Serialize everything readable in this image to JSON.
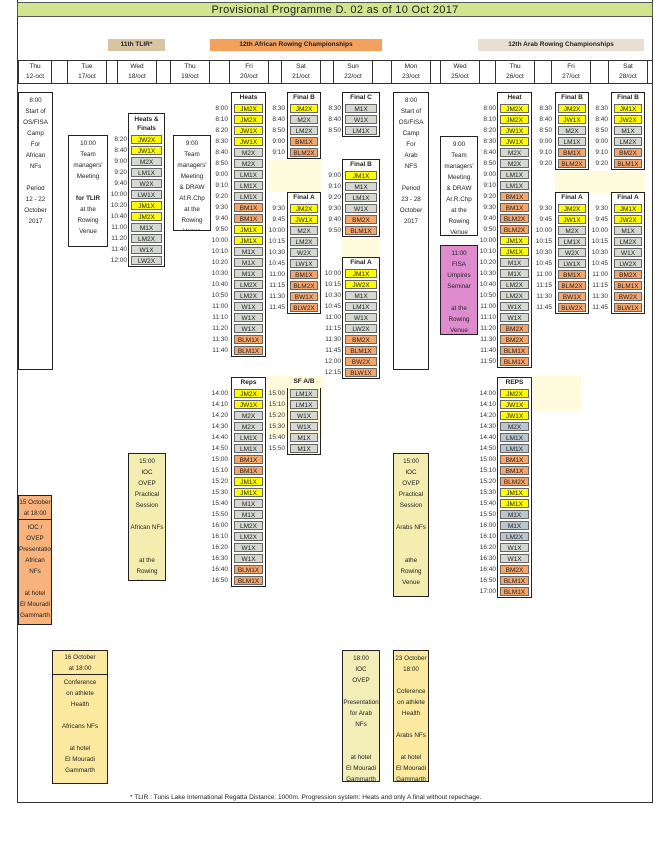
{
  "title": "Provisional Programme D. 02 as of 10 Oct 2017",
  "events": [
    {
      "id": "tlir",
      "label": "11th TLIR*",
      "color": "#d9c4a2"
    },
    {
      "id": "african",
      "label": "12th African Rowing Championships",
      "color": "#f4a15e"
    },
    {
      "id": "arab",
      "label": "12th Arab Rowing Championships",
      "color": "#e9ded2"
    }
  ],
  "days": [
    {
      "dow": "Thu",
      "date": "12-oct"
    },
    {
      "dow": "Tue",
      "date": "17/oct"
    },
    {
      "dow": "Wed",
      "date": "18/oct"
    },
    {
      "dow": "Thu",
      "date": "19/oct"
    },
    {
      "dow": "Fri",
      "date": "20/oct"
    },
    {
      "dow": "Sat",
      "date": "21/oct"
    },
    {
      "dow": "Sun",
      "date": "22/oct"
    },
    {
      "dow": "Mon",
      "date": "23/oct"
    },
    {
      "dow": "Wed",
      "date": "25/oct"
    },
    {
      "dow": "Thu",
      "date": "26/oct"
    },
    {
      "dow": "Fri",
      "date": "27/oct"
    },
    {
      "dow": "Sat",
      "date": "28/oct"
    }
  ],
  "colors": {
    "y": "#ffff00",
    "g": "#d5d9d1",
    "o": "#f5a66c",
    "b": "#b8c6cf"
  },
  "race_blocks": [
    {
      "id": "wed18_heats",
      "header": "Heats & Finals",
      "rows": [
        [
          "8:20",
          "JW2X",
          "y"
        ],
        [
          "8:40",
          "JW1X",
          "y"
        ],
        [
          "9:00",
          "M2X",
          "g"
        ],
        [
          "9:20",
          "LM1X",
          "g"
        ],
        [
          "9:40",
          "W2X",
          "g"
        ],
        [
          "10:00",
          "LW1X",
          "g"
        ],
        [
          "10:20",
          "JM1X",
          "y"
        ],
        [
          "10:40",
          "JM2X",
          "y"
        ],
        [
          "11:00",
          "M1X",
          "g"
        ],
        [
          "11:20",
          "LM2X",
          "g"
        ],
        [
          "11:40",
          "W1X",
          "g"
        ],
        [
          "12:00",
          "LW2X",
          "g"
        ]
      ]
    },
    {
      "id": "fri20_heats",
      "header": "Heats",
      "rows": [
        [
          "8:00",
          "JM2X",
          "y"
        ],
        [
          "8:10",
          "JM2X",
          "y"
        ],
        [
          "8:20",
          "JW1X",
          "y"
        ],
        [
          "8:30",
          "JW1X",
          "y"
        ],
        [
          "8:40",
          "M2X",
          "g"
        ],
        [
          "8:50",
          "M2X",
          "g"
        ],
        [
          "9:00",
          "LM1X",
          "g"
        ],
        [
          "9:10",
          "LM1X",
          "g"
        ],
        [
          "9:20",
          "LM1X",
          "g"
        ],
        [
          "9:30",
          "BM1X",
          "o"
        ],
        [
          "9:40",
          "BM1X",
          "o"
        ],
        [
          "9:50",
          "JM1X",
          "y"
        ],
        [
          "10:00",
          "JM1X",
          "y"
        ],
        [
          "10:10",
          "M1X",
          "g"
        ],
        [
          "10:20",
          "M1X",
          "g"
        ],
        [
          "10:30",
          "M1X",
          "g"
        ],
        [
          "10:40",
          "LM2X",
          "g"
        ],
        [
          "10:50",
          "LM2X",
          "g"
        ],
        [
          "11:00",
          "W1X",
          "g"
        ],
        [
          "11:10",
          "W1X",
          "g"
        ],
        [
          "11:20",
          "W1X",
          "g"
        ],
        [
          "11:30",
          "BLM1X",
          "o"
        ],
        [
          "11:40",
          "BLM1X",
          "o"
        ]
      ]
    },
    {
      "id": "sat21_finalB",
      "header": "Final B",
      "rows": [
        [
          "8:30",
          "JM2X",
          "y"
        ],
        [
          "8:40",
          "M2X",
          "g"
        ],
        [
          "8:50",
          "LM2X",
          "g"
        ],
        [
          "9:00",
          "BM1X",
          "o"
        ],
        [
          "9:10",
          "BLM2X",
          "o"
        ]
      ]
    },
    {
      "id": "sat21_finalA",
      "header": "Final A",
      "rows": [
        [
          "9:30",
          "JM2X",
          "y"
        ],
        [
          "9:45",
          "JW1X",
          "y"
        ],
        [
          "10:00",
          "M2X",
          "g"
        ],
        [
          "10:15",
          "LM2X",
          "g"
        ],
        [
          "10:30",
          "W2X",
          "g"
        ],
        [
          "10:45",
          "LW1X",
          "g"
        ],
        [
          "11:00",
          "BM1X",
          "o"
        ],
        [
          "11:15",
          "BLM2X",
          "o"
        ],
        [
          "11:30",
          "BW1X",
          "o"
        ],
        [
          "11:45",
          "BLW2X",
          "o"
        ]
      ]
    },
    {
      "id": "sun22_finalC",
      "header": "Final C",
      "rows": [
        [
          "8:30",
          "M1X",
          "g"
        ],
        [
          "8:40",
          "W1X",
          "g"
        ],
        [
          "8:50",
          "LM1X",
          "g"
        ]
      ]
    },
    {
      "id": "sun22_finalB",
      "header": "Final B",
      "rows": [
        [
          "9:00",
          "JM1X",
          "y"
        ],
        [
          "9:10",
          "M1X",
          "g"
        ],
        [
          "9:20",
          "LM1X",
          "g"
        ],
        [
          "9:30",
          "W1X",
          "g"
        ],
        [
          "9:40",
          "BM2X",
          "o"
        ],
        [
          "9:50",
          "BLM1X",
          "o"
        ]
      ]
    },
    {
      "id": "sun22_finalA",
      "header": "Final A",
      "rows": [
        [
          "10:00",
          "JM1X",
          "y"
        ],
        [
          "10:15",
          "JW2X",
          "y"
        ],
        [
          "10:30",
          "M1X",
          "g"
        ],
        [
          "10:45",
          "LM1X",
          "g"
        ],
        [
          "11:00",
          "W1X",
          "g"
        ],
        [
          "11:15",
          "LW2X",
          "g"
        ],
        [
          "11:30",
          "BM2X",
          "o"
        ],
        [
          "11:45",
          "BLM1X",
          "o"
        ],
        [
          "12:00",
          "BW2X",
          "o"
        ],
        [
          "12:15",
          "BLW1X",
          "o"
        ]
      ]
    },
    {
      "id": "thu26_heat",
      "header": "Heat",
      "rows": [
        [
          "8:00",
          "JM2X",
          "y"
        ],
        [
          "8:10",
          "JM2X",
          "y"
        ],
        [
          "8:20",
          "JW1X",
          "y"
        ],
        [
          "8:30",
          "JW1X",
          "y"
        ],
        [
          "8:40",
          "M2X",
          "g"
        ],
        [
          "8:50",
          "M2X",
          "g"
        ],
        [
          "9:00",
          "LM1X",
          "g"
        ],
        [
          "9:10",
          "LM1X",
          "g"
        ],
        [
          "9:20",
          "BM1X",
          "o"
        ],
        [
          "9:30",
          "BM1X",
          "o"
        ],
        [
          "9:40",
          "BLM2X",
          "o"
        ],
        [
          "9:50",
          "BLM2X",
          "o"
        ],
        [
          "10:00",
          "JM1X",
          "y"
        ],
        [
          "10:10",
          "JM1X",
          "y"
        ],
        [
          "10:20",
          "M1X",
          "g"
        ],
        [
          "10:30",
          "M1X",
          "g"
        ],
        [
          "10:40",
          "LM2X",
          "g"
        ],
        [
          "10:50",
          "LM2X",
          "g"
        ],
        [
          "11:00",
          "W1X",
          "g"
        ],
        [
          "11:10",
          "W1X",
          "g"
        ],
        [
          "11:20",
          "BM2X",
          "o"
        ],
        [
          "11:30",
          "BM2X",
          "o"
        ],
        [
          "11:40",
          "BLM1X",
          "o"
        ],
        [
          "11:50",
          "BLM1X",
          "o"
        ]
      ]
    },
    {
      "id": "fri27_finalB",
      "header": "Final B",
      "rows": [
        [
          "8:30",
          "JM2X",
          "y"
        ],
        [
          "8:40",
          "JW1X",
          "y"
        ],
        [
          "8:50",
          "M2X",
          "g"
        ],
        [
          "9:00",
          "LM1X",
          "g"
        ],
        [
          "9:10",
          "BM1X",
          "o"
        ],
        [
          "9:20",
          "BLM2X",
          "o"
        ]
      ]
    },
    {
      "id": "fri27_finalA",
      "header": "Final A",
      "rows": [
        [
          "9:30",
          "JM2X",
          "y"
        ],
        [
          "9:45",
          "JW1X",
          "y"
        ],
        [
          "10:00",
          "M2X",
          "g"
        ],
        [
          "10:15",
          "LM1X",
          "g"
        ],
        [
          "10:30",
          "W2X",
          "g"
        ],
        [
          "10:45",
          "LW1X",
          "g"
        ],
        [
          "11:00",
          "BM1X",
          "o"
        ],
        [
          "11:15",
          "BLM2X",
          "o"
        ],
        [
          "11:30",
          "BW1X",
          "o"
        ],
        [
          "11:45",
          "BLW2X",
          "o"
        ]
      ]
    },
    {
      "id": "sat28_finalB",
      "header": "Final B",
      "rows": [
        [
          "8:30",
          "JM1X",
          "y"
        ],
        [
          "8:40",
          "JW2X",
          "y"
        ],
        [
          "8:50",
          "M1X",
          "g"
        ],
        [
          "9:00",
          "LM2X",
          "g"
        ],
        [
          "9:10",
          "BM2X",
          "o"
        ],
        [
          "9:20",
          "BLM1X",
          "o"
        ]
      ]
    },
    {
      "id": "sat28_finalA",
      "header": "Final A",
      "rows": [
        [
          "9:30",
          "JM1X",
          "y"
        ],
        [
          "9:45",
          "JW2X",
          "y"
        ],
        [
          "10:00",
          "M1X",
          "g"
        ],
        [
          "10:15",
          "LM2X",
          "g"
        ],
        [
          "10:30",
          "W1X",
          "g"
        ],
        [
          "10:45",
          "LW2X",
          "g"
        ],
        [
          "11:00",
          "BM2X",
          "o"
        ],
        [
          "11:15",
          "BLM1X",
          "o"
        ],
        [
          "11:30",
          "BW2X",
          "o"
        ],
        [
          "11:45",
          "BLW1X",
          "o"
        ]
      ]
    },
    {
      "id": "fri20_reps",
      "header": "Reps",
      "rows": [
        [
          "14:00",
          "JM2X",
          "y"
        ],
        [
          "14:10",
          "JW1X",
          "y"
        ],
        [
          "14:20",
          "M2X",
          "g"
        ],
        [
          "14:30",
          "M2X",
          "g"
        ],
        [
          "14:40",
          "LM1X",
          "g"
        ],
        [
          "14:50",
          "LM1X",
          "g"
        ],
        [
          "15:00",
          "BM1X",
          "o"
        ],
        [
          "15:10",
          "BM1X",
          "o"
        ],
        [
          "15:20",
          "JM1X",
          "y"
        ],
        [
          "15:30",
          "JM1X",
          "y"
        ],
        [
          "15:40",
          "M1X",
          "g"
        ],
        [
          "15:50",
          "M1X",
          "g"
        ],
        [
          "16:00",
          "LM2X",
          "g"
        ],
        [
          "16:10",
          "LM2X",
          "g"
        ],
        [
          "16:20",
          "W1X",
          "g"
        ],
        [
          "16:30",
          "W1X",
          "g"
        ],
        [
          "16:40",
          "BLM1X",
          "o"
        ],
        [
          "16:50",
          "BLM1X",
          "o"
        ]
      ]
    },
    {
      "id": "sat21_sf",
      "header": "SF A/B",
      "rows": [
        [
          "15:00",
          "LM1X",
          "g"
        ],
        [
          "15:10",
          "LM1X",
          "g"
        ],
        [
          "15:20",
          "W1X",
          "g"
        ],
        [
          "15:30",
          "W1X",
          "g"
        ],
        [
          "15:40",
          "M1X",
          "g"
        ],
        [
          "15:50",
          "M1X",
          "g"
        ]
      ]
    },
    {
      "id": "thu26_reps",
      "header": "REPS",
      "rows": [
        [
          "14:00",
          "JM2X",
          "y"
        ],
        [
          "14:10",
          "JW1X",
          "y"
        ],
        [
          "14:20",
          "JW1X",
          "y"
        ],
        [
          "14:30",
          "M2X",
          "b"
        ],
        [
          "14:40",
          "LM1X",
          "b"
        ],
        [
          "14:50",
          "LM1X",
          "b"
        ],
        [
          "15:00",
          "BM1X",
          "o"
        ],
        [
          "15:10",
          "BM1X",
          "o"
        ],
        [
          "15:20",
          "BLM2X",
          "o"
        ],
        [
          "15:30",
          "JM1X",
          "y"
        ],
        [
          "15:40",
          "JM1X",
          "y"
        ],
        [
          "15:50",
          "M1X",
          "b"
        ],
        [
          "16:00",
          "M1X",
          "b"
        ],
        [
          "16:10",
          "LM2X",
          "b"
        ],
        [
          "16:20",
          "W1X",
          "g"
        ],
        [
          "16:30",
          "W1X",
          "g"
        ],
        [
          "16:40",
          "BM2X",
          "o"
        ],
        [
          "16:50",
          "BLM1X",
          "o"
        ],
        [
          "17:00",
          "BLM1X",
          "o"
        ]
      ]
    }
  ],
  "info_boxes": [
    {
      "id": "thu12_camp",
      "color": "#ffffff",
      "lines": [
        "8:00",
        "Start of",
        "OS/FISA",
        "Camp",
        "For",
        "African",
        "NFs",
        "",
        "Period",
        "12 - 22",
        "October",
        "2017"
      ]
    },
    {
      "id": "tue17_meeting",
      "color": "#ffffff",
      "lines": [
        "10:00",
        "Team",
        "managers'",
        "Meeting",
        "",
        "for TLIR",
        "at the",
        "Rowing",
        "Venue"
      ]
    },
    {
      "id": "thu19_meeting",
      "color": "#ffffff",
      "lines": [
        "9:00",
        "Team",
        "managers'",
        "Meeting",
        "& DRAW",
        "Af.R.Chp",
        "at the",
        "Rowing",
        "Venue"
      ]
    },
    {
      "id": "mon23_camp",
      "color": "#ffffff",
      "lines": [
        "8:00",
        "Start of",
        "OS/FISA",
        "Camp",
        "For",
        "Arab",
        "NFS",
        "",
        "Period",
        "23 - 28",
        "October",
        "2017"
      ]
    },
    {
      "id": "wed25_meeting",
      "color": "#ffffff",
      "lines": [
        "9:00",
        "Team",
        "managers'",
        "Meeting",
        "& DRAW",
        "Ar.R.Chp",
        "at the",
        "Rowing",
        "Venue"
      ]
    },
    {
      "id": "wed25_umpires",
      "color": "#df8ccf",
      "lines": [
        "11:00",
        "FISA",
        "Umpires",
        "Seminar",
        "",
        "at the",
        "Rowing",
        "Venue"
      ]
    },
    {
      "id": "wed18_ovep",
      "color": "#f3eeb0",
      "lines": [
        "15:00",
        "IOC",
        "OVEP",
        "Practical",
        "Session",
        "",
        "African NFs",
        "",
        "",
        "at the",
        "Rowing",
        "Venue"
      ]
    },
    {
      "id": "mon23_ovep",
      "color": "#f3eeb0",
      "lines": [
        "15:00",
        "IOC",
        "OVEP",
        "Practical",
        "Session",
        "",
        "Arabs NFs",
        "",
        "",
        "athe",
        "Rowing",
        "Venue"
      ]
    },
    {
      "id": "thu12_presentation",
      "color": "#f8b27c",
      "head": [
        "15 October",
        "at 18:00"
      ],
      "lines": [
        "IOC / OVEP",
        "",
        "Presentation",
        "African NFs",
        "",
        "",
        "at hotel",
        "El Mouradi",
        "Gammarth"
      ]
    },
    {
      "id": "tue17_conference",
      "color": "#fbe9a0",
      "head": [
        "16 October",
        "at 18:00"
      ],
      "lines": [
        "Conference",
        "on athlete",
        "Health",
        "",
        "Africans NFs",
        "",
        "at hotel",
        "El Mouradi",
        "Gammarth"
      ]
    },
    {
      "id": "sun22_presentation",
      "color": "#f3eeb8",
      "lines": [
        "18:00",
        "IOC",
        "OVEP",
        "",
        "Presentation",
        "for Arab",
        "NFs",
        "",
        "",
        "at hotel",
        "El Mouradi",
        "Gammarth"
      ]
    },
    {
      "id": "mon23_conference",
      "color": "#fbe9a0",
      "lines": [
        "23 October",
        "18:00",
        "",
        "Coference",
        "on athlete",
        "Health",
        "",
        "Arabs NFs",
        "",
        "at hotel",
        "El Mouradi",
        "Gammarth"
      ]
    }
  ],
  "footnote": "* TLIR :  Tunis Lake International Regatta Distance: 1000m. Progression system: Heats and only A final without repechage."
}
